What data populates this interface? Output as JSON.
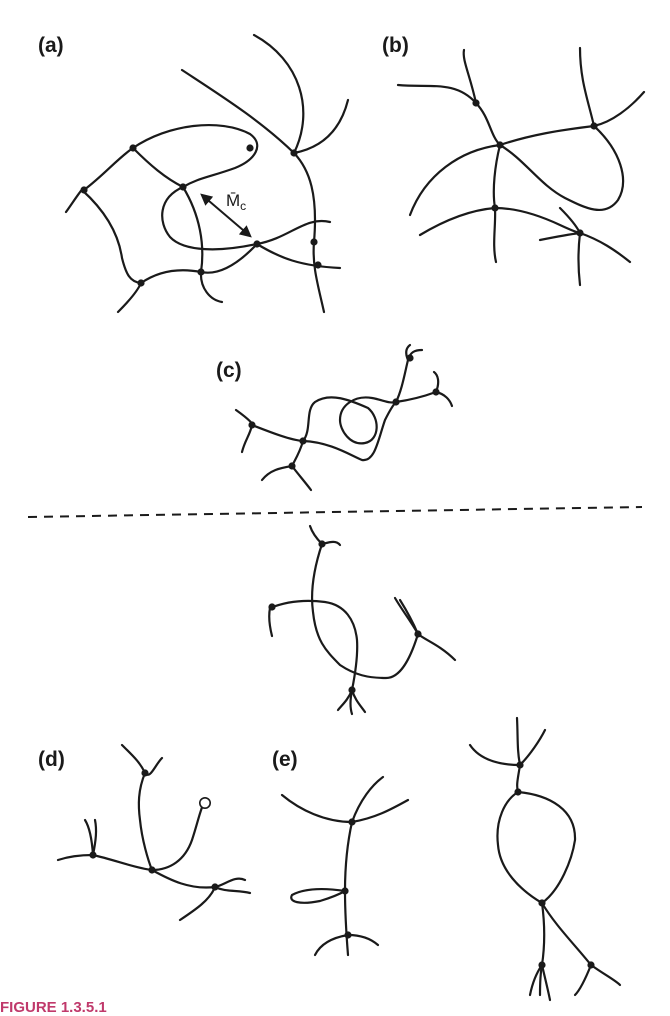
{
  "panels": {
    "a": {
      "label": "(a)"
    },
    "b": {
      "label": "(b)"
    },
    "c": {
      "label": "(c)"
    },
    "d": {
      "label": "(d)"
    },
    "e": {
      "label": "(e)"
    }
  },
  "annotation": {
    "symbol": "M̄",
    "subscript": "c"
  },
  "caption": {
    "text": "FIGURE 1.3.5.1"
  },
  "colors": {
    "ink": "#1a1a1a",
    "caption": "#c0396b"
  }
}
